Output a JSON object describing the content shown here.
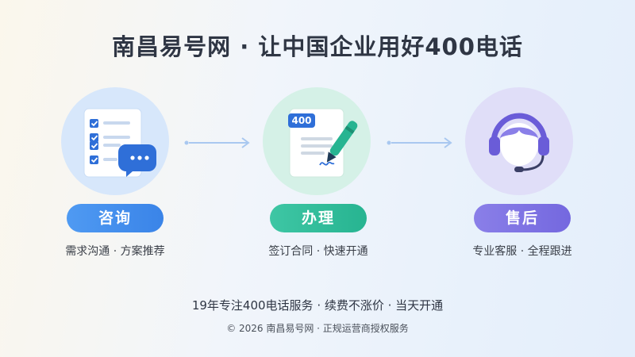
{
  "title": "南昌易号网 · 让中国企业用好400电话",
  "steps": [
    {
      "label": "咨询",
      "desc": "需求沟通 · 方案推荐",
      "icon": "checklist-chat-icon",
      "color": "#3a84e8"
    },
    {
      "label": "办理",
      "desc": "签订合同 · 快速开通",
      "icon": "contract-pen-icon",
      "badge": "400",
      "color": "#27b491"
    },
    {
      "label": "售后",
      "desc": "专业客服 · 全程跟进",
      "icon": "customer-service-headset-icon",
      "color": "#7468df"
    }
  ],
  "footer": {
    "tagline": "19年专注400电话服务 · 续费不涨价 · 当天开通",
    "copyright": "© 2026 南昌易号网 · 正规运营商授权服务"
  }
}
